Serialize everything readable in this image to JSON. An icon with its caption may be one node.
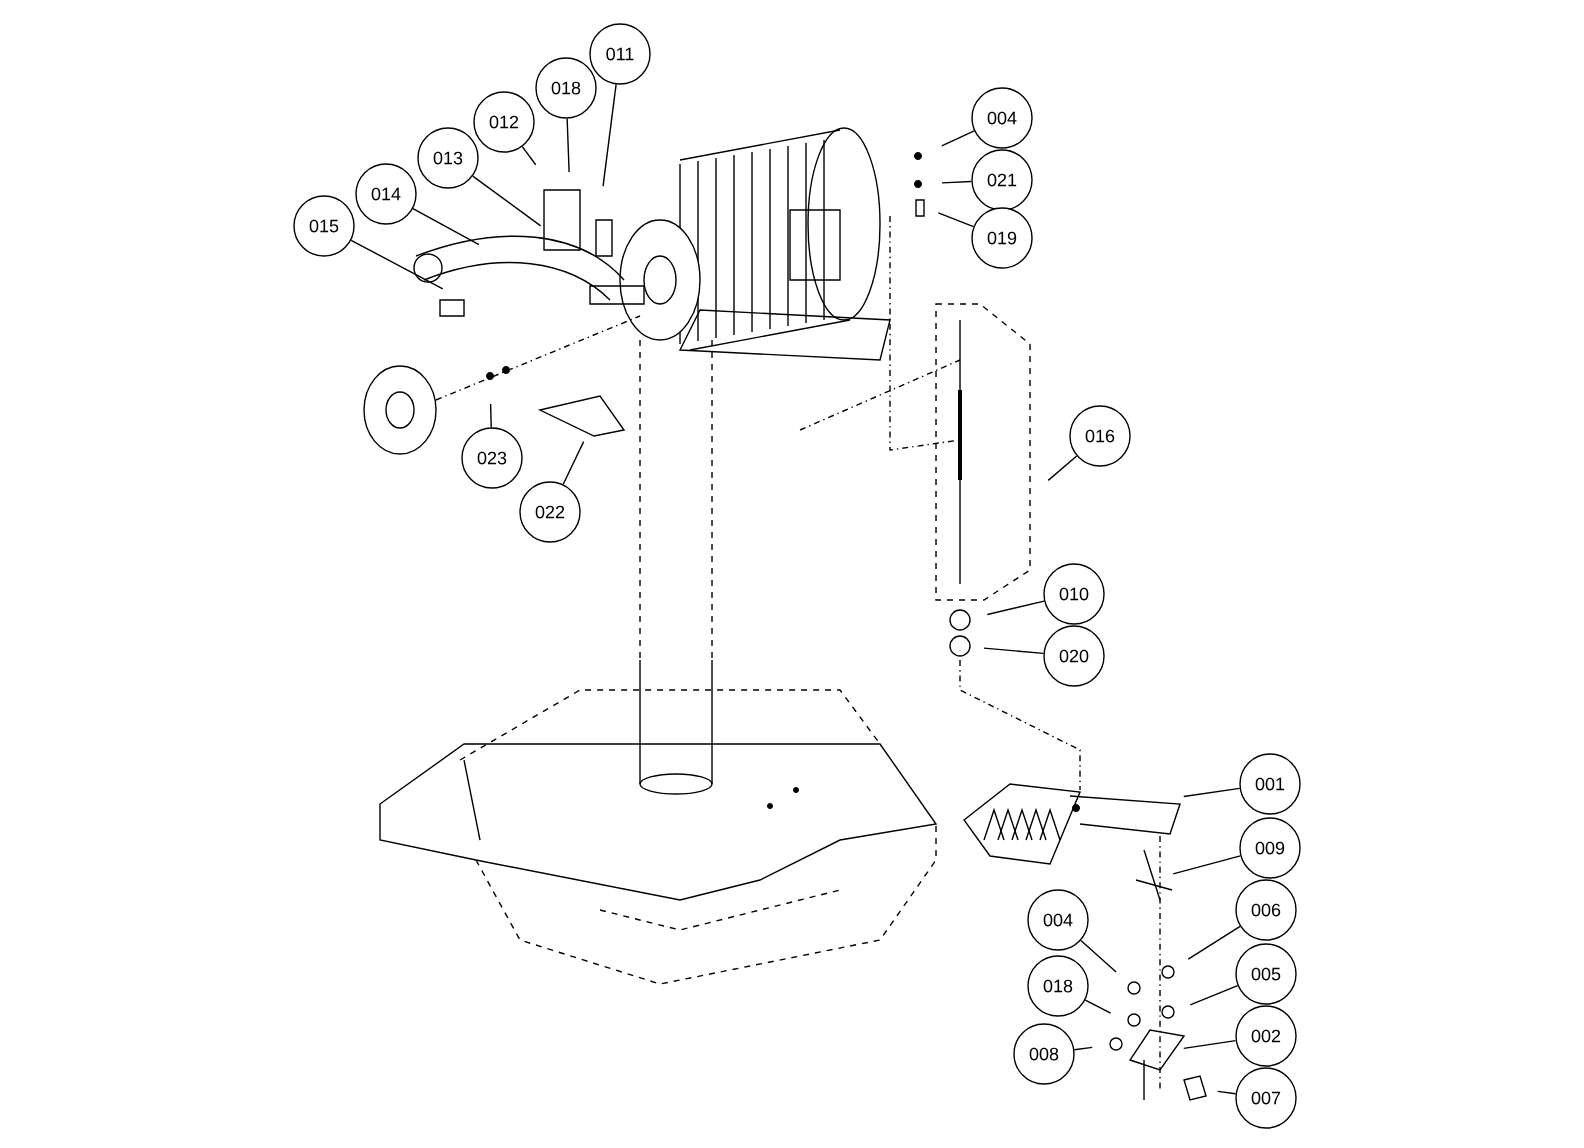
{
  "diagram": {
    "nodes": [
      {
        "text": [
          "011"
        ]
      },
      {
        "text": [
          "018"
        ]
      },
      {
        "text": [
          "012"
        ]
      },
      {
        "text": [
          "013"
        ]
      },
      {
        "text": [
          "014"
        ]
      },
      {
        "text": [
          "015"
        ]
      },
      {
        "text": [
          "004"
        ]
      },
      {
        "text": [
          "021"
        ]
      },
      {
        "text": [
          "019"
        ]
      },
      {
        "text": [
          "016"
        ]
      },
      {
        "text": [
          "023"
        ]
      },
      {
        "text": [
          "022"
        ]
      },
      {
        "text": [
          "010"
        ]
      },
      {
        "text": [
          "020"
        ]
      },
      {
        "text": [
          "001"
        ]
      },
      {
        "text": [
          "009"
        ]
      },
      {
        "text": [
          "004"
        ]
      },
      {
        "text": [
          "006"
        ]
      },
      {
        "text": [
          "018"
        ]
      },
      {
        "text": [
          "005"
        ]
      },
      {
        "text": [
          "008"
        ]
      },
      {
        "text": [
          "002"
        ]
      },
      {
        "text": [
          "007"
        ]
      }
    ],
    "edges": [
      {
        "from": 0,
        "to": null,
        "arrow": "none"
      },
      {
        "from": 1,
        "to": null,
        "arrow": "none"
      },
      {
        "from": 2,
        "to": null,
        "arrow": "none"
      },
      {
        "from": 3,
        "to": null,
        "arrow": "none"
      },
      {
        "from": 4,
        "to": null,
        "arrow": "none"
      },
      {
        "from": 5,
        "to": null,
        "arrow": "none"
      },
      {
        "from": 6,
        "to": null,
        "arrow": "none"
      },
      {
        "from": 7,
        "to": null,
        "arrow": "none"
      },
      {
        "from": 8,
        "to": null,
        "arrow": "none"
      },
      {
        "from": 9,
        "to": null,
        "arrow": "none"
      },
      {
        "from": 10,
        "to": null,
        "arrow": "none"
      },
      {
        "from": 11,
        "to": null,
        "arrow": "none"
      },
      {
        "from": 12,
        "to": null,
        "arrow": "none"
      },
      {
        "from": 13,
        "to": null,
        "arrow": "none"
      },
      {
        "from": 14,
        "to": null,
        "arrow": "none"
      },
      {
        "from": 15,
        "to": null,
        "arrow": "none"
      },
      {
        "from": 16,
        "to": null,
        "arrow": "none"
      },
      {
        "from": 17,
        "to": null,
        "arrow": "none"
      },
      {
        "from": 18,
        "to": null,
        "arrow": "none"
      },
      {
        "from": 19,
        "to": null,
        "arrow": "none"
      },
      {
        "from": 20,
        "to": null,
        "arrow": "none"
      },
      {
        "from": 21,
        "to": null,
        "arrow": "none"
      },
      {
        "from": 22,
        "to": null,
        "arrow": "none"
      }
    ]
  }
}
